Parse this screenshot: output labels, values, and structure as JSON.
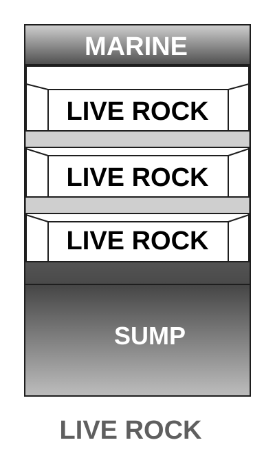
{
  "diagram": {
    "top_label": "MARINE",
    "rock_labels": [
      "LIVE ROCK",
      "LIVE ROCK",
      "LIVE ROCK"
    ],
    "bottom_label": "SUMP",
    "caption": "LIVE ROCK"
  },
  "colors": {
    "dark_gray": "#4a4a4a",
    "mid_gray": "#8c8c8c",
    "light_gray": "#bdbdbd",
    "label_white": "#ffffff",
    "label_black": "#000000",
    "caption_gray": "#5f5f5f"
  }
}
